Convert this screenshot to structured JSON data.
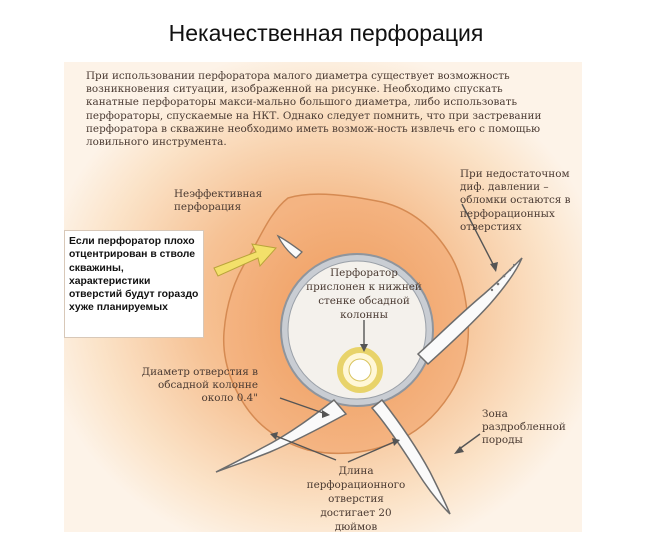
{
  "title": "Некачественная перфорация",
  "intro_text": "При использовании перфоратора малого диаметра существует возможность возникновения ситуации, изображенной на рисунке. Необходимо спускать канатные перфораторы макси-мально большого диаметра, либо использовать перфораторы, спускаемые на НКТ. Однако следует помнить, что при застревании перфоратора в скважине необходимо иметь возмож-ность извлечь его с помощью ловильного инструмента.",
  "labels": {
    "ineffective": "Неэффективная перфорация",
    "perforator_pressed": "Перфоратор прислонен к нижней стенке обсадной колонны",
    "insufficient_pressure": "При недостаточном диф. давлении – обломки остаются в перфорационных отверстиях",
    "hole_diameter": "Диаметр отверстия в обсадной колонне около 0.4\"",
    "crushed_zone": "Зона раздробленной породы",
    "tunnel_length": "Длина перфорационного отверстия достигает 20 дюймов"
  },
  "side_note": "Если перфоратор плохо отцентрирован в стволе скважины, характеристики отверстий будут гораздо хуже планируемых",
  "colors": {
    "outer_glow": "#fbe3c8",
    "mid_glow": "#f6c295",
    "casing": "#f1a76f",
    "casing_ring": "#a9b0b8",
    "wellbore": "#f4f1ec",
    "tunnel_border": "#6d6d6d",
    "arrow": "#f3e06a"
  }
}
